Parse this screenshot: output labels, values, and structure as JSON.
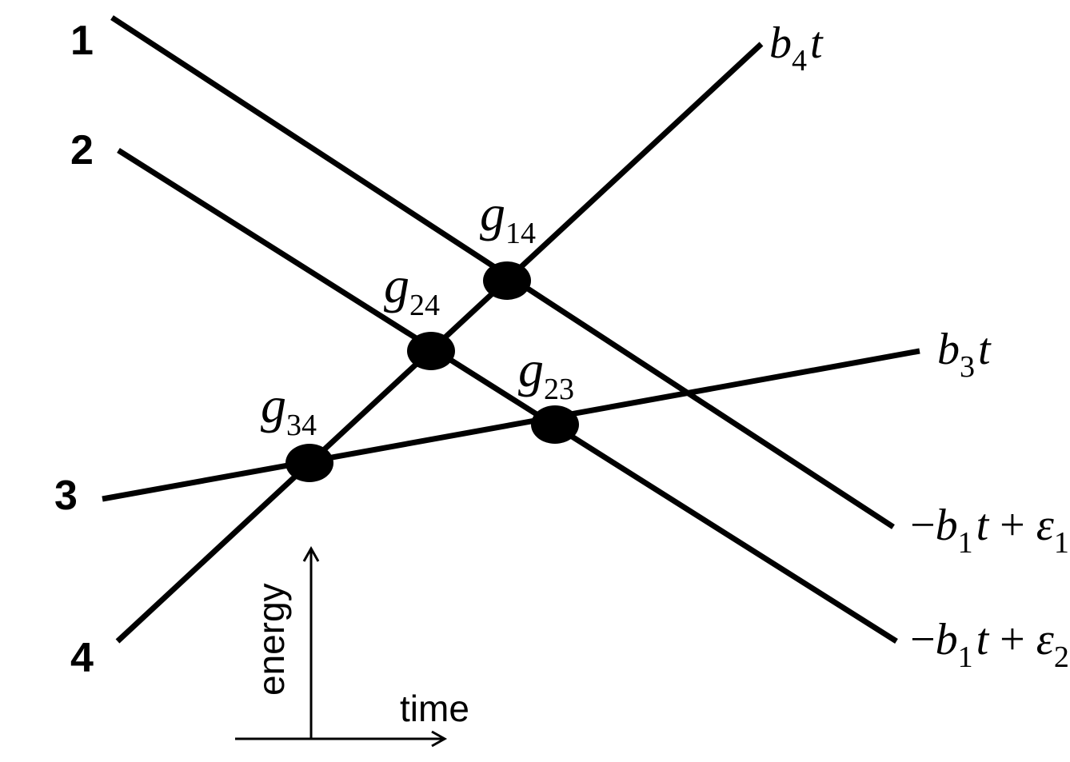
{
  "levels": {
    "level_1": "1",
    "level_2": "2",
    "level_3": "3",
    "level_4": "4"
  },
  "line_labels": {
    "b4t": {
      "base": "b",
      "sub": "4",
      "tail": "t"
    },
    "b3t": {
      "base": "b",
      "sub": "3",
      "tail": "t"
    },
    "eps1": {
      "minus": "−",
      "base": "b",
      "sub": "1",
      "tail": "t",
      "plus": " + ",
      "eps": "ε",
      "eps_sub": "1"
    },
    "eps2": {
      "minus": "−",
      "base": "b",
      "sub": "1",
      "tail": "t",
      "plus": " + ",
      "eps": "ε",
      "eps_sub": "2"
    }
  },
  "couplings": {
    "g14": {
      "base": "g",
      "sub": "14"
    },
    "g24": {
      "base": "g",
      "sub": "24"
    },
    "g23": {
      "base": "g",
      "sub": "23"
    },
    "g34": {
      "base": "g",
      "sub": "34"
    }
  },
  "axes": {
    "y_label": "energy",
    "x_label": "time"
  }
}
